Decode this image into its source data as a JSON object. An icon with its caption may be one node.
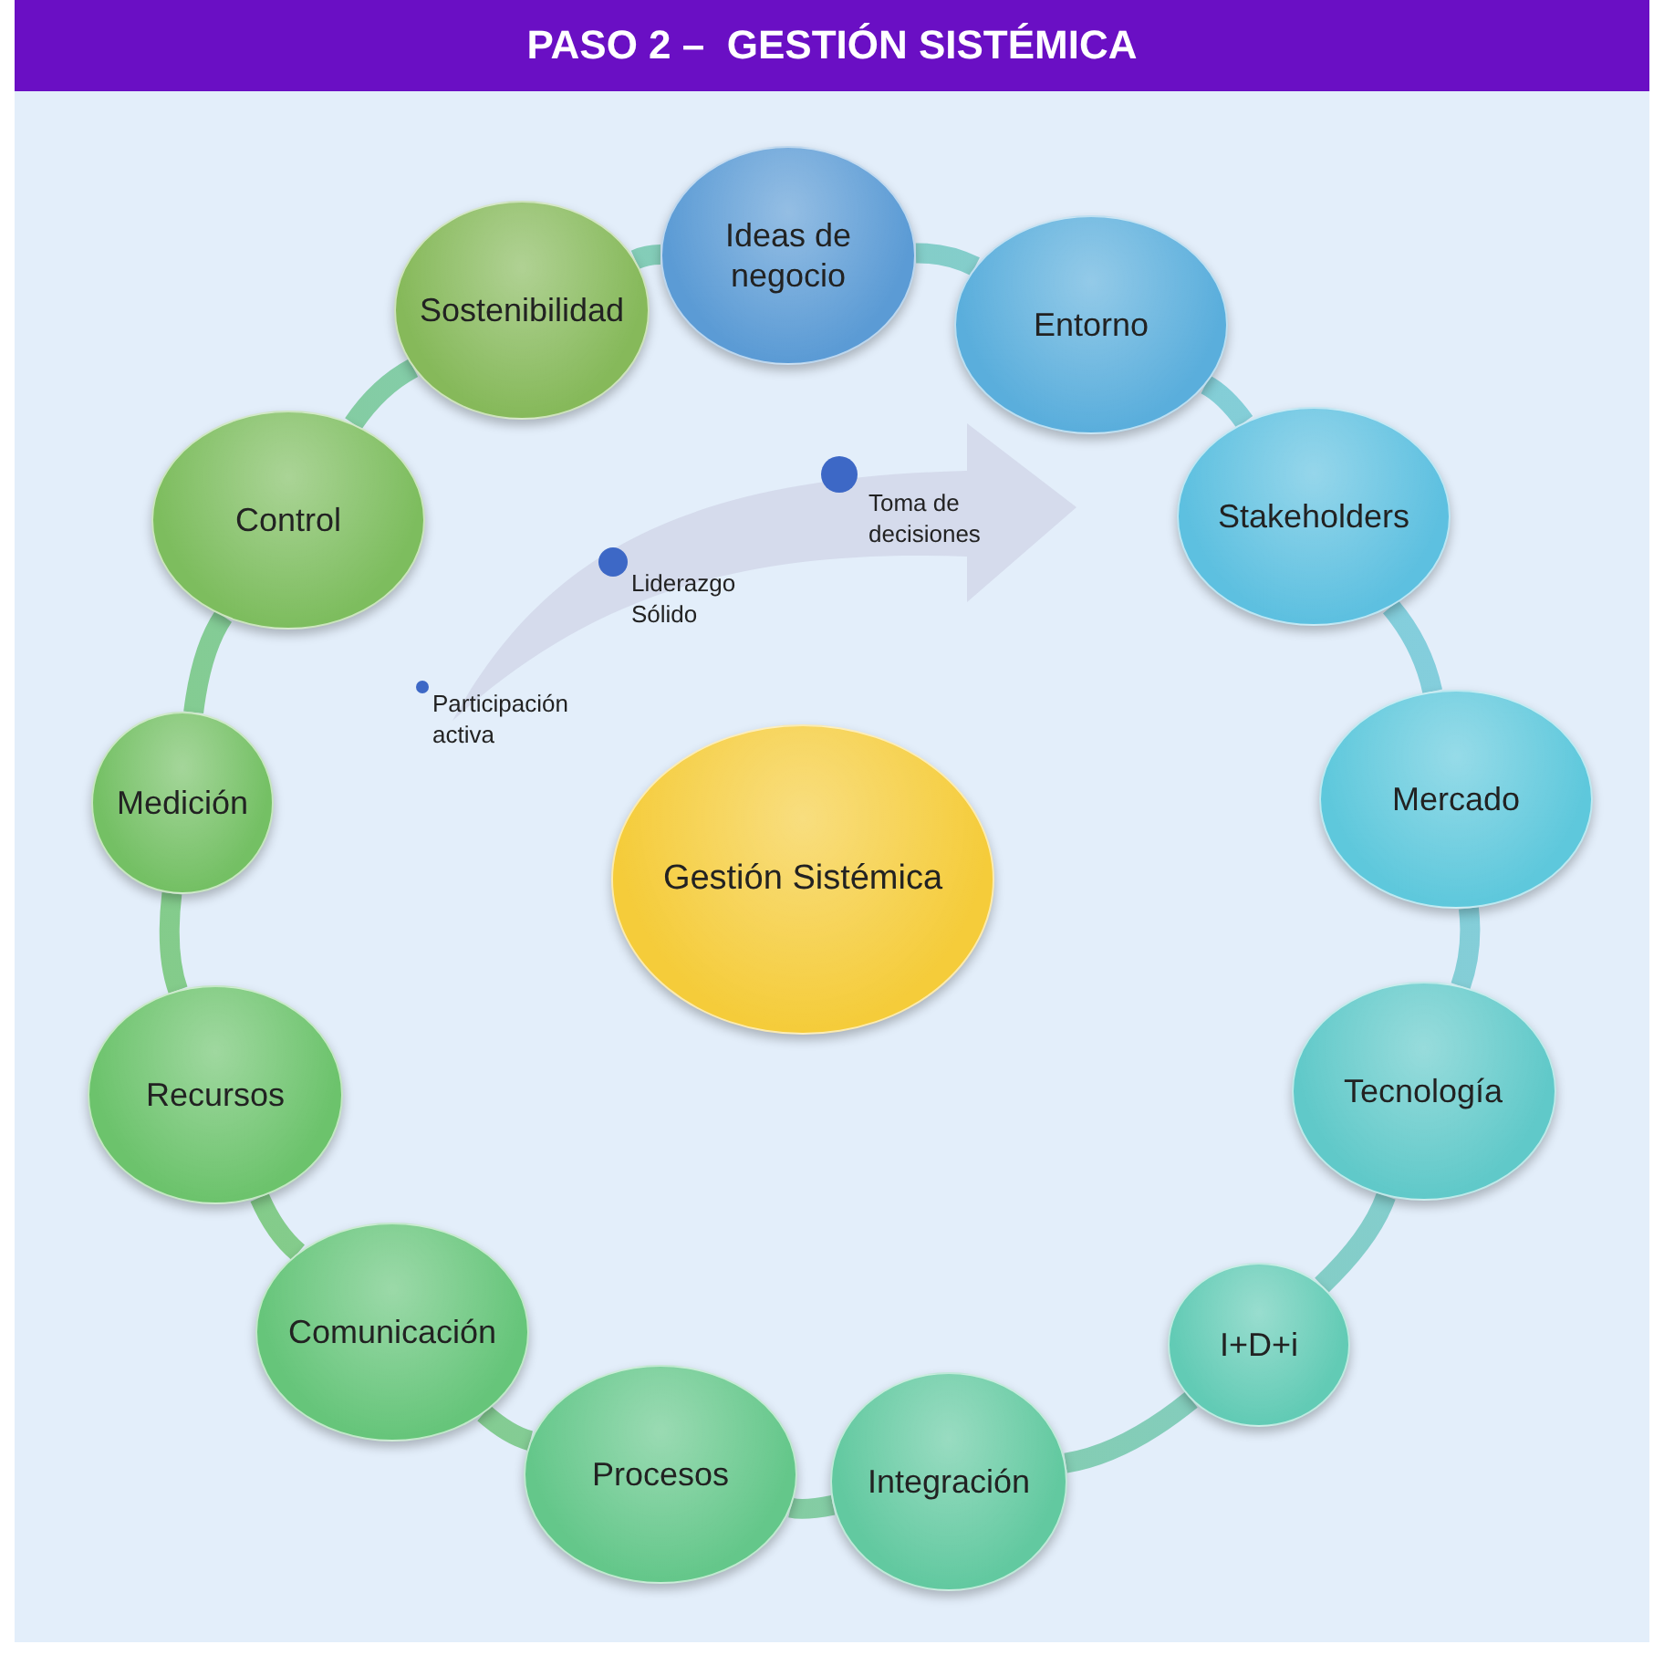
{
  "diagram": {
    "title": "PASO 2 –  GESTIÓN SISTÉMICA",
    "nodes": [
      {
        "text": [
          "Ideas de negocio"
        ]
      },
      {
        "text": [
          "Entorno"
        ]
      },
      {
        "text": [
          "Stakeholders"
        ]
      },
      {
        "text": [
          "Mercado"
        ]
      },
      {
        "text": [
          "Tecnología"
        ]
      },
      {
        "text": [
          "I+D+i"
        ]
      },
      {
        "text": [
          "Integración"
        ]
      },
      {
        "text": [
          "Procesos"
        ]
      },
      {
        "text": [
          "Comunicación"
        ]
      },
      {
        "text": [
          "Recursos"
        ]
      },
      {
        "text": [
          "Medición"
        ]
      },
      {
        "text": [
          "Control"
        ]
      },
      {
        "text": [
          "Sostenibilidad"
        ]
      },
      {
        "text": [
          "Gestión Sistémica"
        ]
      }
    ],
    "edges": [
      {
        "from": 0,
        "to": 1,
        "arrow": "none"
      },
      {
        "from": 1,
        "to": 2,
        "arrow": "none"
      },
      {
        "from": 2,
        "to": 3,
        "arrow": "none"
      },
      {
        "from": 3,
        "to": 4,
        "arrow": "none"
      },
      {
        "from": 4,
        "to": 5,
        "arrow": "none"
      },
      {
        "from": 5,
        "to": 6,
        "arrow": "none"
      },
      {
        "from": 6,
        "to": 7,
        "arrow": "none"
      },
      {
        "from": 7,
        "to": 8,
        "arrow": "none"
      },
      {
        "from": 8,
        "to": 9,
        "arrow": "none"
      },
      {
        "from": 9,
        "to": 10,
        "arrow": "none"
      },
      {
        "from": 10,
        "to": 11,
        "arrow": "none"
      },
      {
        "from": 11,
        "to": 12,
        "arrow": "none"
      },
      {
        "from": 12,
        "to": 0,
        "arrow": "none"
      }
    ],
    "labels": [
      "Toma de decisiones",
      "Liderazgo Sólido",
      "Participación activa"
    ]
  }
}
